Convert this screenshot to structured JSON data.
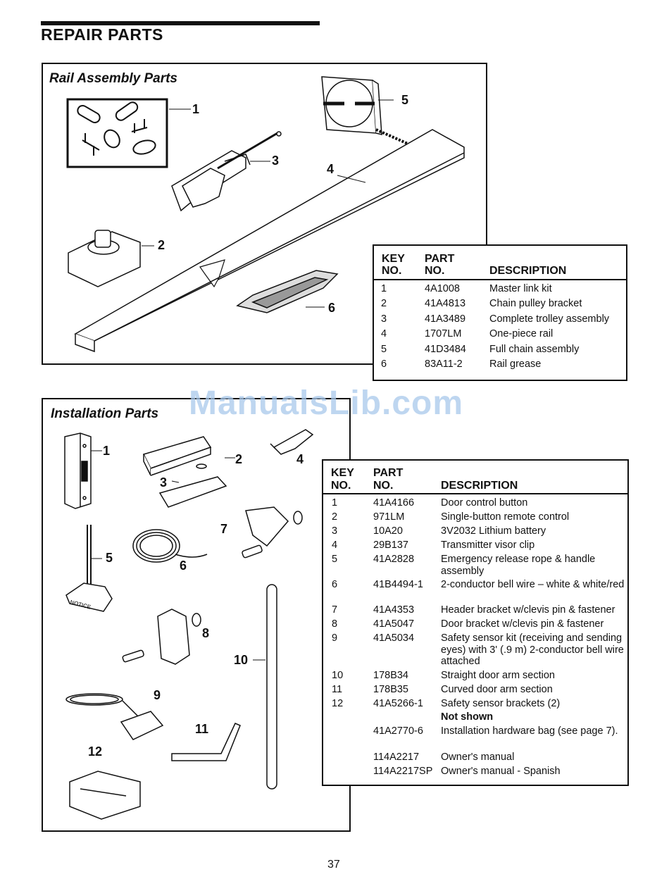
{
  "page_title": "REPAIR PARTS",
  "watermark": "ManualsLib.com",
  "page_number": "37",
  "rail": {
    "title": "Rail Assembly Parts",
    "callouts": [
      "1",
      "2",
      "3",
      "4",
      "5",
      "6"
    ],
    "table": {
      "col_key": "KEY\nNO.",
      "col_key_1": "KEY",
      "col_key_2": "NO.",
      "col_part_1": "PART",
      "col_part_2": "NO.",
      "col_desc": "DESCRIPTION",
      "rows": [
        {
          "key": "1",
          "part": "4A1008",
          "desc": "Master link kit"
        },
        {
          "key": "2",
          "part": "41A4813",
          "desc": "Chain pulley bracket"
        },
        {
          "key": "3",
          "part": "41A3489",
          "desc": "Complete trolley assembly"
        },
        {
          "key": "4",
          "part": "1707LM",
          "desc": "One-piece rail"
        },
        {
          "key": "5",
          "part": "41D3484",
          "desc": "Full chain assembly"
        },
        {
          "key": "6",
          "part": "83A11-2",
          "desc": "Rail grease"
        }
      ]
    }
  },
  "install": {
    "title": "Installation Parts",
    "callouts": [
      "1",
      "2",
      "3",
      "4",
      "5",
      "6",
      "7",
      "8",
      "9",
      "10",
      "11",
      "12"
    ],
    "notice_label": "NOTICE",
    "table": {
      "col_key_1": "KEY",
      "col_key_2": "NO.",
      "col_part_1": "PART",
      "col_part_2": "NO.",
      "col_desc": "DESCRIPTION",
      "rows": [
        {
          "key": "1",
          "part": "41A4166",
          "desc": "Door control button"
        },
        {
          "key": "2",
          "part": "971LM",
          "desc": "Single-button remote control"
        },
        {
          "key": "3",
          "part": "10A20",
          "desc": "3V2032 Lithium battery"
        },
        {
          "key": "4",
          "part": "29B137",
          "desc": "Transmitter visor clip"
        },
        {
          "key": "5",
          "part": "41A2828",
          "desc": "Emergency release rope & handle assembly"
        },
        {
          "key": "6",
          "part": "41B4494-1",
          "desc": "2-conductor bell wire – white & white/red"
        },
        {
          "key": "7",
          "part": "41A4353",
          "desc": "Header bracket w/clevis pin & fastener"
        },
        {
          "key": "8",
          "part": "41A5047",
          "desc": "Door bracket w/clevis pin & fastener"
        },
        {
          "key": "9",
          "part": "41A5034",
          "desc": "Safety sensor kit (receiving and sending eyes) with 3' (.9 m) 2-conductor bell wire attached"
        },
        {
          "key": "10",
          "part": "178B34",
          "desc": "Straight door arm section"
        },
        {
          "key": "11",
          "part": "178B35",
          "desc": "Curved door arm section"
        },
        {
          "key": "12",
          "part": "41A5266-1",
          "desc": "Safety sensor brackets (2)"
        },
        {
          "key": "",
          "part": "",
          "desc": "Not shown"
        },
        {
          "key": "",
          "part": "41A2770-6",
          "desc": "Installation hardware bag (see page 7)."
        },
        {
          "key": "",
          "part": "114A2217",
          "desc": "Owner's manual"
        },
        {
          "key": "",
          "part": "114A2217SP",
          "desc": "Owner's manual - Spanish"
        }
      ]
    }
  }
}
